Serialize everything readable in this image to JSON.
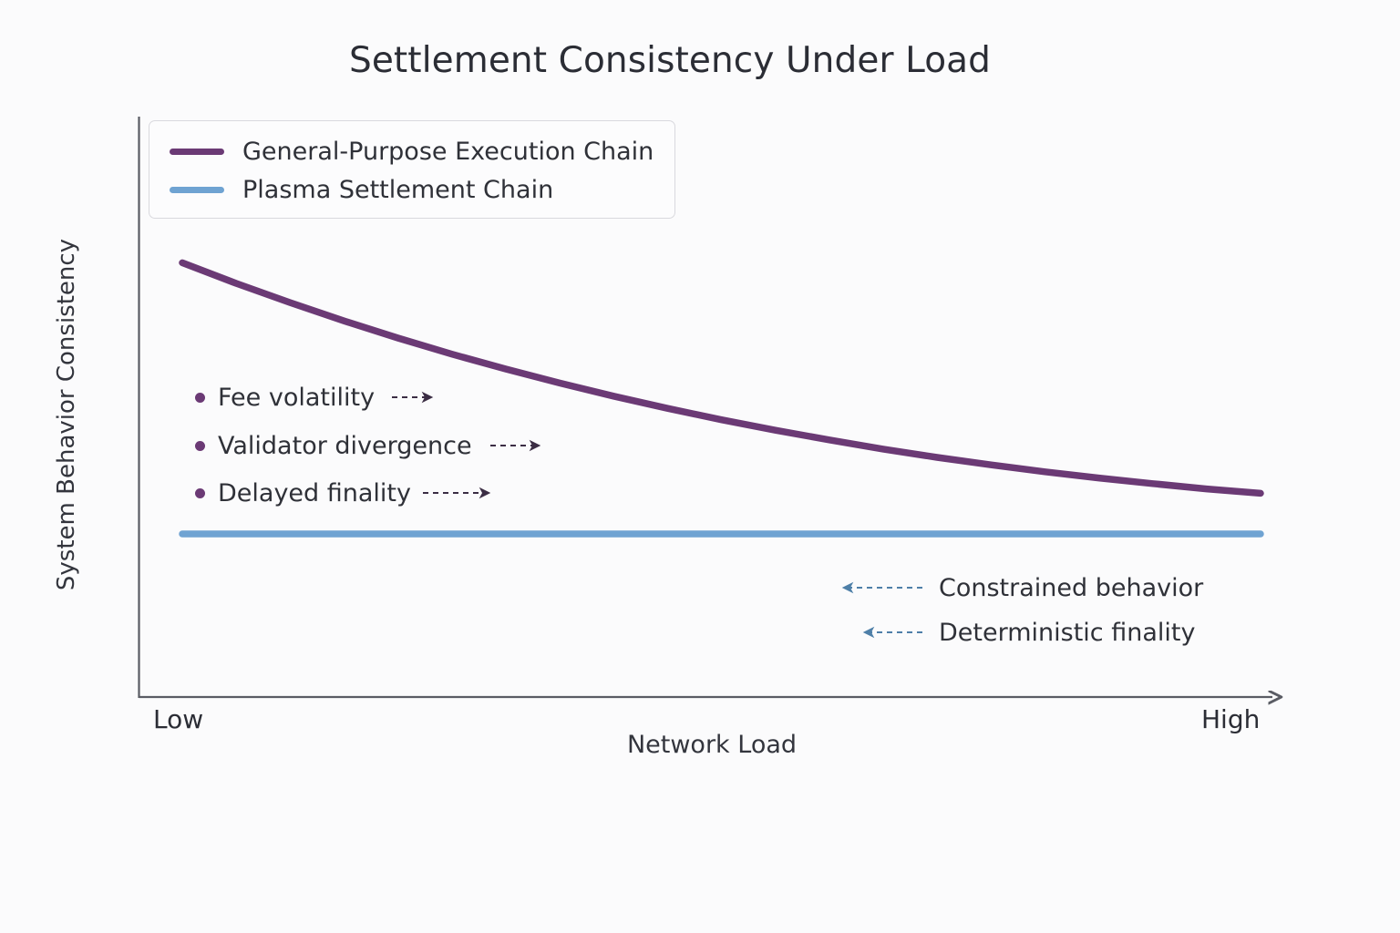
{
  "chart_data": {
    "type": "line",
    "title": "Settlement Consistency Under Load",
    "xlabel": "Network Load",
    "ylabel": "System Behavior Consistency",
    "xticklabels": [
      "Low",
      "High"
    ],
    "yticklabels": [],
    "grid": false,
    "legend_position": "upper left",
    "xlim": [
      0,
      1
    ],
    "ylim": [
      0,
      1
    ],
    "series": [
      {
        "name": "General-Purpose Execution Chain",
        "color": "#6B3A75",
        "x": [
          0.0,
          0.05,
          0.1,
          0.15,
          0.2,
          0.25,
          0.3,
          0.35,
          0.4,
          0.45,
          0.5,
          0.55,
          0.6,
          0.65,
          0.7,
          0.75,
          0.8,
          0.85,
          0.9,
          0.95,
          1.0
        ],
        "values": [
          0.92,
          0.873,
          0.829,
          0.787,
          0.748,
          0.711,
          0.677,
          0.645,
          0.615,
          0.587,
          0.561,
          0.537,
          0.515,
          0.494,
          0.475,
          0.458,
          0.442,
          0.428,
          0.415,
          0.403,
          0.393
        ]
      },
      {
        "name": "Plasma Settlement Chain",
        "color": "#6FA3D2",
        "x": [
          0.0,
          0.25,
          0.5,
          0.75,
          1.0
        ],
        "values": [
          0.3,
          0.3,
          0.3,
          0.3,
          0.3
        ]
      }
    ],
    "annotations": [
      {
        "text": "Fee volatility",
        "group": "execution-chain",
        "arrow": "right",
        "color": "#6B3A75"
      },
      {
        "text": "Validator divergence",
        "group": "execution-chain",
        "arrow": "right",
        "color": "#6B3A75"
      },
      {
        "text": "Delayed finality",
        "group": "execution-chain",
        "arrow": "right",
        "color": "#6B3A75"
      },
      {
        "text": "Constrained behavior",
        "group": "settlement-chain",
        "arrow": "left",
        "color": "#4E7FA8"
      },
      {
        "text": "Deterministic finality",
        "group": "settlement-chain",
        "arrow": "left",
        "color": "#4E7FA8"
      }
    ]
  },
  "title": "Settlement Consistency Under Load",
  "axes": {
    "x_label": "Network Load",
    "y_label": "System Behavior Consistency",
    "x_tick_low": "Low",
    "x_tick_high": "High"
  },
  "legend": {
    "items": [
      {
        "label": "General-Purpose Execution Chain",
        "color": "#6B3A75"
      },
      {
        "label": "Plasma Settlement Chain",
        "color": "#6FA3D2"
      }
    ]
  },
  "annotations": {
    "purple": [
      {
        "label": "Fee volatility"
      },
      {
        "label": "Validator divergence"
      },
      {
        "label": "Delayed finality"
      }
    ],
    "blue": [
      {
        "label": "Constrained behavior"
      },
      {
        "label": "Deterministic finality"
      }
    ]
  },
  "colors": {
    "execution_chain": "#6B3A75",
    "settlement_chain": "#6FA3D2",
    "blue_arrow": "#4E7FA8",
    "purple_arrow": "#3B2D44",
    "axis": "#5a5c64",
    "text": "#2b2d35",
    "background": "#fbfbfc"
  }
}
